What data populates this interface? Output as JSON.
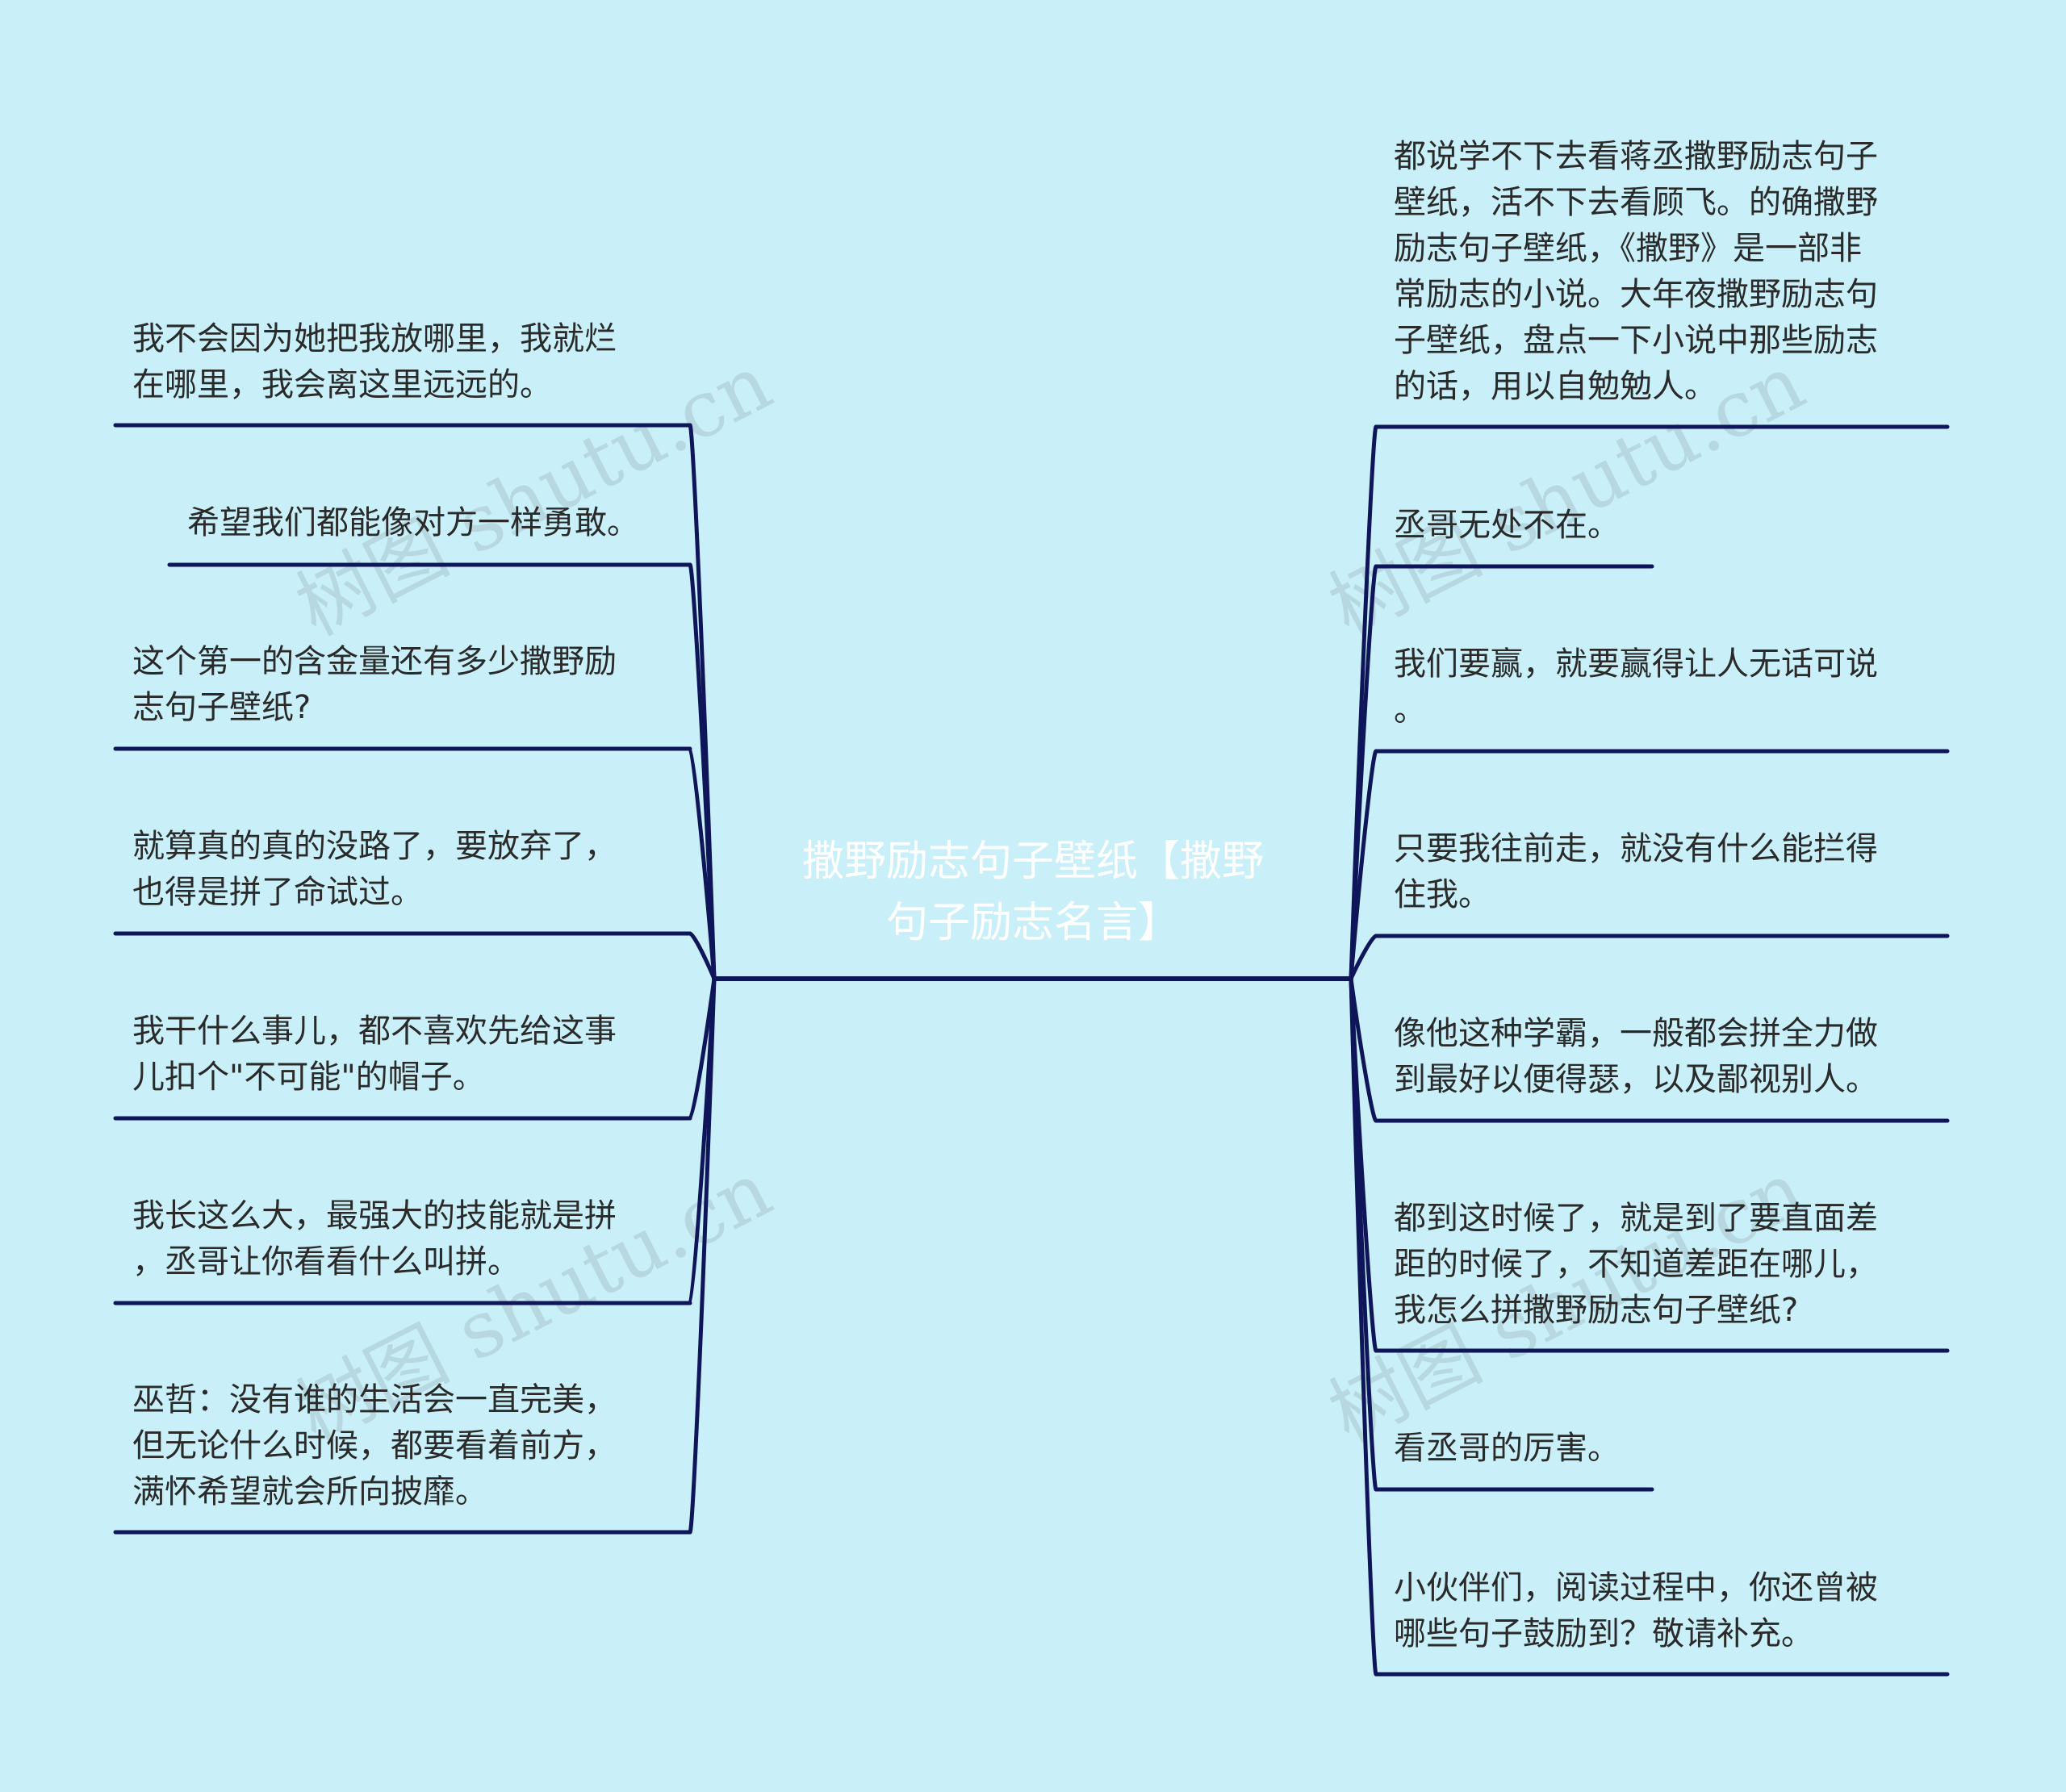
{
  "center": {
    "title": "撒野励志句子壁纸【撒野\n句子励志名言】"
  },
  "watermark": "树图 shutu.cn",
  "colors": {
    "background": "#c9f0f8",
    "line": "#0f1559",
    "text": "#2a2a2a",
    "title": "#ffffff"
  },
  "left_nodes": [
    {
      "text": "我不会因为她把我放哪里，我就烂\n在哪里，我会离这里远远的。"
    },
    {
      "text": "希望我们都能像对方一样勇敢。"
    },
    {
      "text": "这个第一的含金量还有多少撒野励\n志句子壁纸?"
    },
    {
      "text": "就算真的真的没路了，要放弃了，\n也得是拼了命试过。"
    },
    {
      "text": "我干什么事儿，都不喜欢先给这事\n儿扣个\"不可能\"的帽子。"
    },
    {
      "text": "我长这么大，最强大的技能就是拼\n，丞哥让你看看什么叫拼。"
    },
    {
      "text": "巫哲：没有谁的生活会一直完美，\n但无论什么时候，都要看着前方，\n满怀希望就会所向披靡。"
    }
  ],
  "right_nodes": [
    {
      "text": "都说学不下去看蒋丞撒野励志句子\n壁纸，活不下去看顾飞。的确撒野\n励志句子壁纸，《撒野》是一部非\n常励志的小说。大年夜撒野励志句\n子壁纸，盘点一下小说中那些励志\n的话，用以自勉勉人。"
    },
    {
      "text": "丞哥无处不在。"
    },
    {
      "text": "我们要赢，就要赢得让人无话可说\n。"
    },
    {
      "text": "只要我往前走，就没有什么能拦得\n住我。"
    },
    {
      "text": "像他这种学霸，一般都会拼全力做\n到最好以便得瑟，以及鄙视别人。"
    },
    {
      "text": "都到这时候了，就是到了要直面差\n距的时候了，不知道差距在哪儿，\n我怎么拼撒野励志句子壁纸?"
    },
    {
      "text": "看丞哥的厉害。"
    },
    {
      "text": "小伙伴们，阅读过程中，你还曾被\n哪些句子鼓励到？敬请补充。"
    }
  ]
}
